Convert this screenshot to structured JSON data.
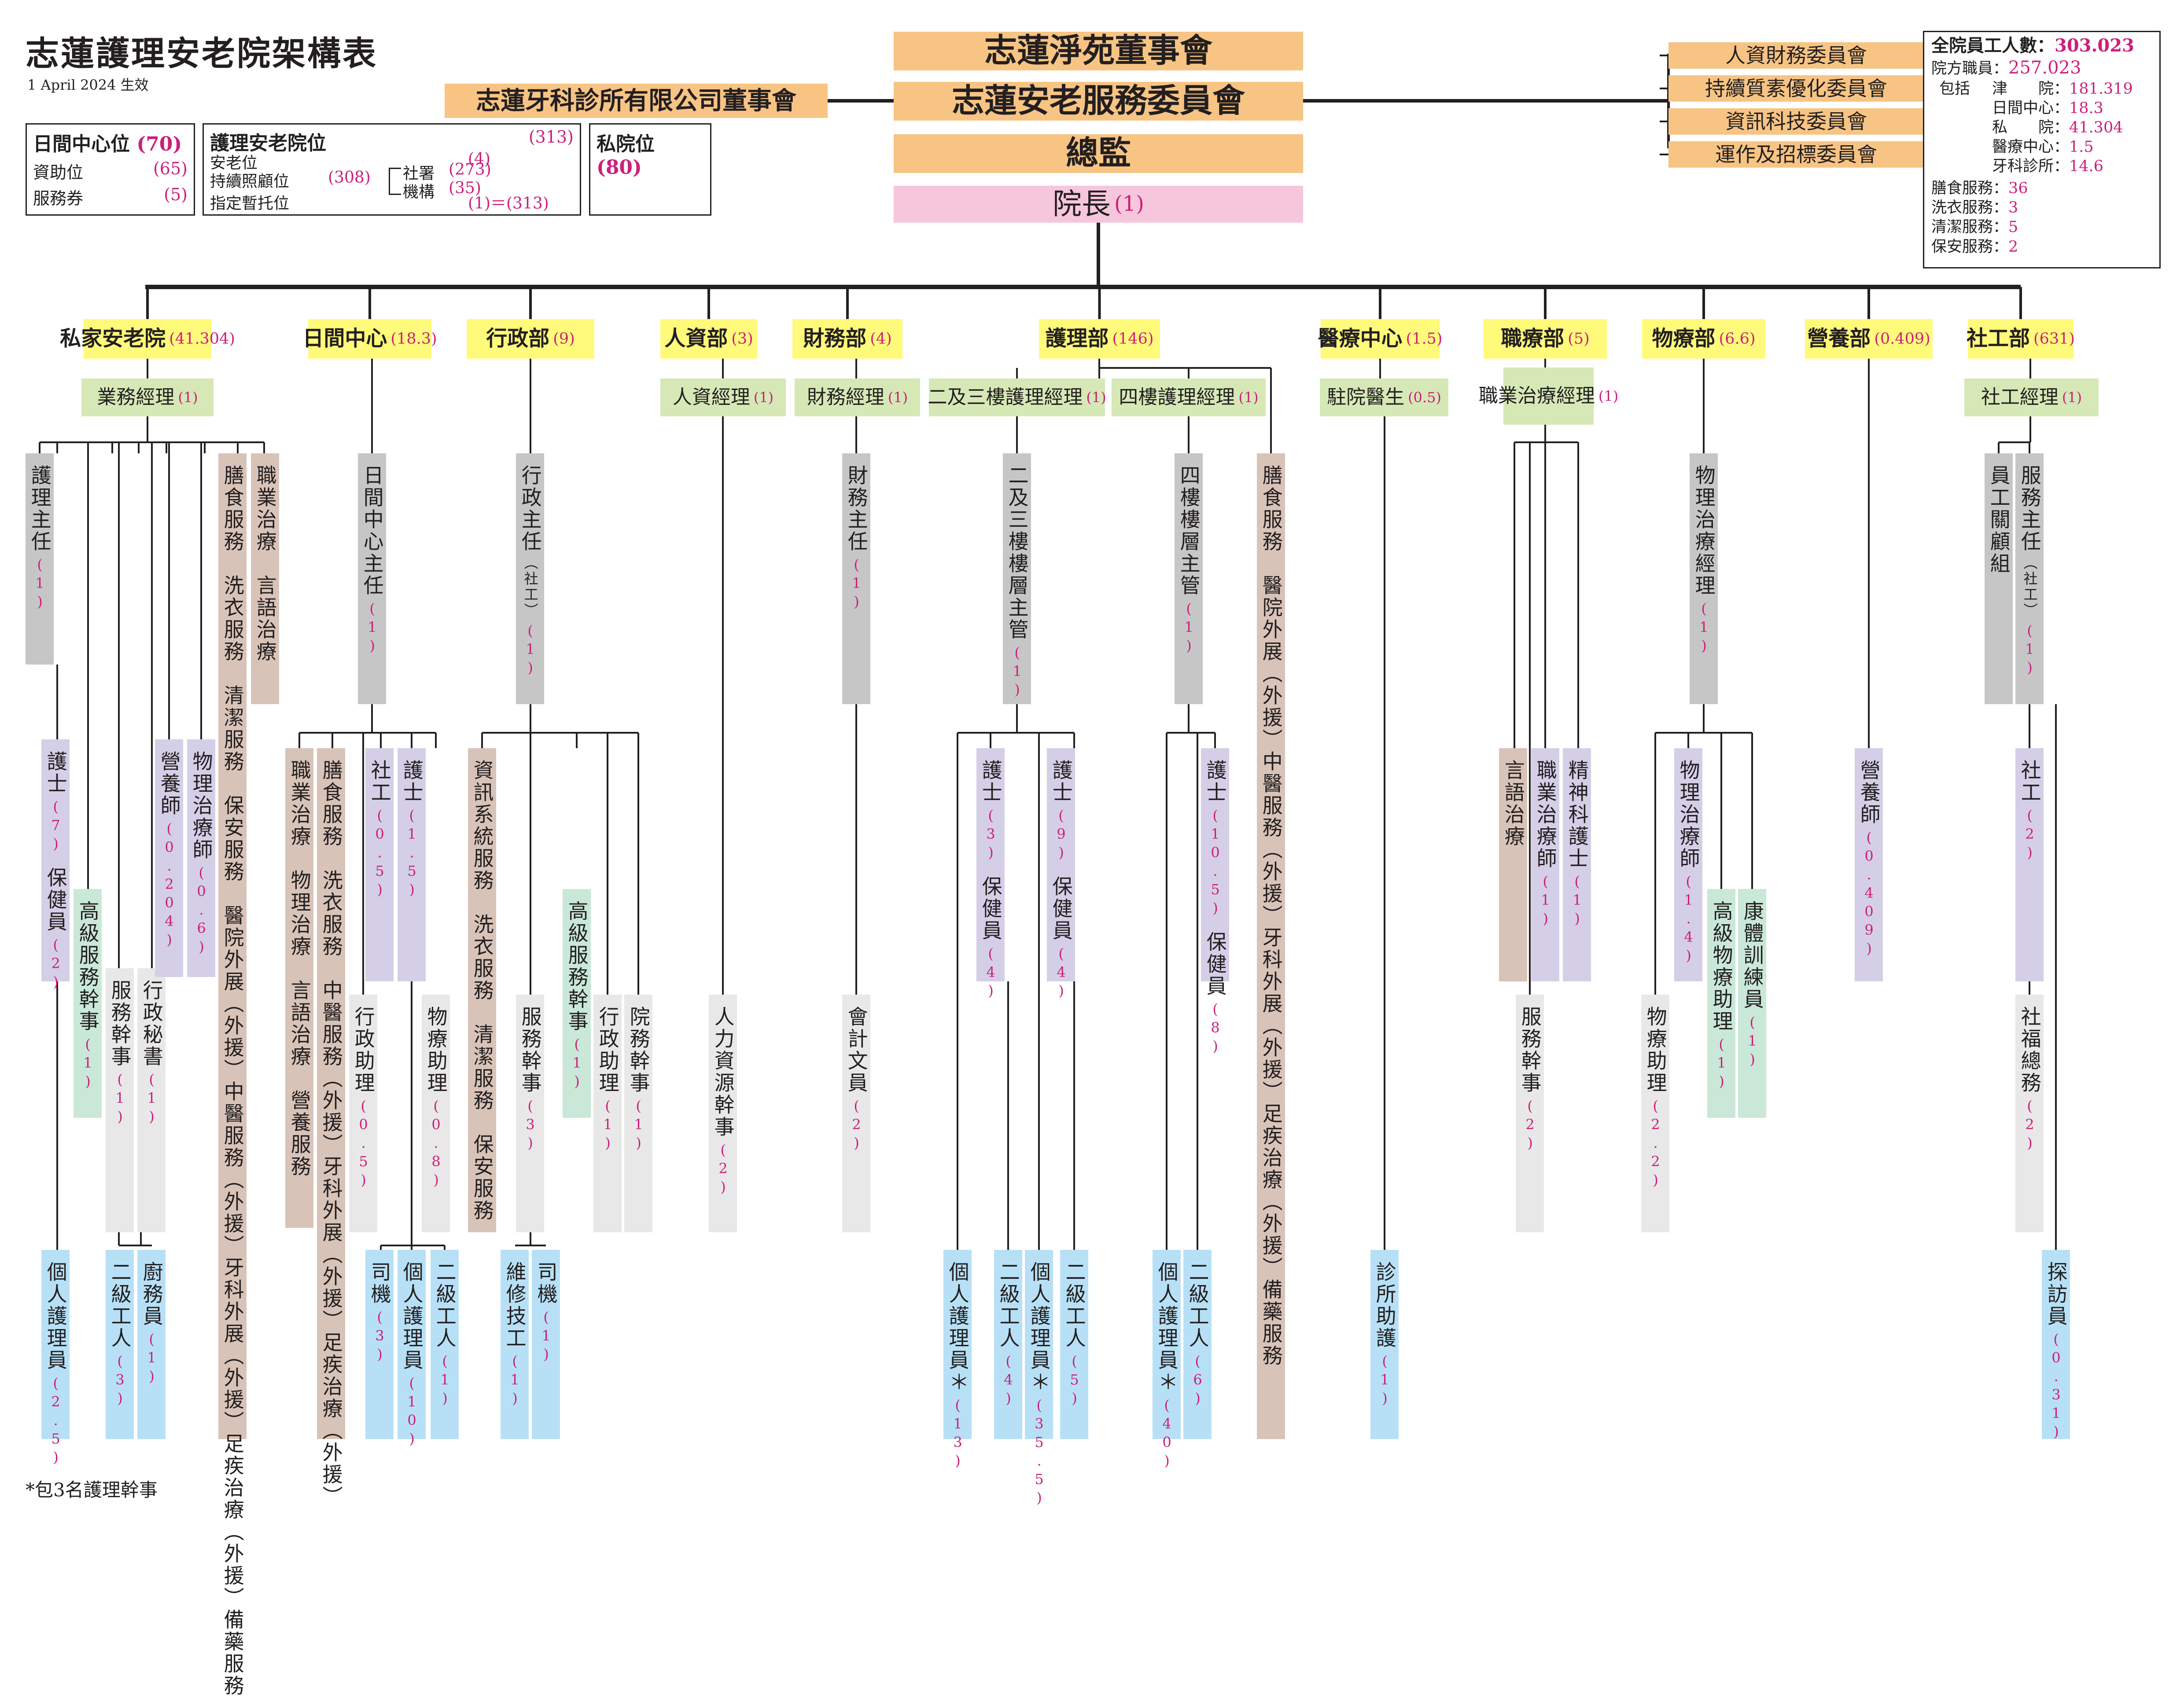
{
  "title": "志蓮護理安老院架構表",
  "date": "1 April 2024 生效",
  "footnote": "*包3名護理幹事",
  "colors": {
    "orange": "#f7c484",
    "pink": "#f6c7dc",
    "yellow": "#fffa7a",
    "green": "#d6e8b6",
    "grey": "#c6c6c6",
    "lightgrey": "#e8e8e8",
    "purple": "#d4cfe7",
    "brown": "#d8c3b8",
    "teal": "#c9e8d8",
    "blue": "#b7e0f6",
    "magenta": "#cc1f7a",
    "line": "#231f20"
  },
  "top": {
    "board1": "志蓮淨苑董事會",
    "board2": "志蓮安老服務委員會",
    "director": "總監",
    "head": "院長",
    "head_n": "(1)",
    "dental_board": "志蓮牙科診所有限公司董事會",
    "committees": [
      "人資財務委員會",
      "持續質素優化委員會",
      "資訊科技委員會",
      "運作及招標委員會"
    ]
  },
  "places": {
    "day_title": "日間中心位",
    "day_n": "(70)",
    "day_rows": [
      {
        "label": "資助位",
        "n": "(65)"
      },
      {
        "label": "服務券",
        "n": "(5)"
      }
    ],
    "nh_title": "護理安老院位",
    "nh_n": "(313)",
    "nh_r1": "安老位",
    "nh_r1n": "(4)",
    "nh_r2": "持續照顧位",
    "nh_r2n": "(308)",
    "nh_b1": "社署",
    "nh_b1n": "(273)",
    "nh_b2": "機構",
    "nh_b2n": "(35)",
    "nh_r3": "指定暫托位",
    "nh_r3n": "(1)＝(313)",
    "priv_title": "私院位",
    "priv_n": "(80)"
  },
  "staff": {
    "title": "全院員工人數：",
    "total": "303.023",
    "r1": "院方職員：",
    "r1n": "257.023",
    "incl": "包括",
    "r2": "津　　院：",
    "r2n": "181.319",
    "r3": "日間中心：",
    "r3n": "18.3",
    "r4": "私　　院：",
    "r4n": "41.304",
    "r5": "醫療中心：",
    "r5n": "1.5",
    "r6": "牙科診所：",
    "r6n": "14.6",
    "r7": "膳食服務：",
    "r7n": "36",
    "r8": "洗衣服務：",
    "r8n": "3",
    "r9": "清潔服務：",
    "r9n": "5",
    "r10": "保安服務：",
    "r10n": "2"
  },
  "departments": [
    {
      "name": "私家安老院",
      "n": "(41.304)"
    },
    {
      "name": "日間中心",
      "n": "(18.3)"
    },
    {
      "name": "行政部",
      "n": "(9)"
    },
    {
      "name": "人資部",
      "n": "(3)"
    },
    {
      "name": "財務部",
      "n": "(4)"
    },
    {
      "name": "護理部",
      "n": "(146)"
    },
    {
      "name": "醫療中心",
      "n": "(1.5)"
    },
    {
      "name": "職療部",
      "n": "(5)"
    },
    {
      "name": "物療部",
      "n": "(6.6)"
    },
    {
      "name": "營養部",
      "n": "(0.409)"
    },
    {
      "name": "社工部",
      "n": "(631)"
    }
  ],
  "managers": [
    {
      "name": "業務經理",
      "n": "(1)"
    },
    {
      "name": "人資經理",
      "n": "(1)"
    },
    {
      "name": "財務經理",
      "n": "(1)"
    },
    {
      "name": "二及三樓護理經理",
      "n": "(1)"
    },
    {
      "name": "四樓護理經理",
      "n": "(1)"
    },
    {
      "name": "駐院醫生",
      "n": "(0.5)"
    },
    {
      "name": "職業治療經理",
      "n": "(1)"
    },
    {
      "name": "社工經理",
      "n": "(1)"
    }
  ],
  "columns": [
    {
      "t": "護理主任",
      "n": "(1)"
    },
    {
      "t": "膳食服務　洗衣服務　清潔服務　保安服務　醫院外展（外援）中醫服務（外援）牙科外展（外援）足疾治療（外援）備藥服務"
    },
    {
      "t": "職業治療　言語治療"
    },
    {
      "t": "護士",
      "n": "(7)",
      "t2": "保健員",
      "n2": "(2)"
    },
    {
      "t": "高級服務幹事",
      "n": "(1)"
    },
    {
      "t": "服務幹事",
      "n": "(1)"
    },
    {
      "t": "行政秘書",
      "n": "(1)"
    },
    {
      "t": "營養師",
      "n": "(0.204)"
    },
    {
      "t": "物理治療師",
      "n": "(0.6)"
    },
    {
      "t": "個人護理員",
      "n": "(2.5)"
    },
    {
      "t": "二級工人",
      "n": "(3)"
    },
    {
      "t": "廚務員",
      "n": "(1)"
    },
    {
      "t": "日間中心主任",
      "n": "(1)"
    },
    {
      "t": "職業治療　物理治療　言語治療　營養服務"
    },
    {
      "t": "膳食服務　洗衣服務　中醫服務（外援）牙科外展（外援）足疾治療（外援）"
    },
    {
      "t": "社工",
      "n": "(0.5)"
    },
    {
      "t": "護士",
      "n": "(1.5)"
    },
    {
      "t": "行政助理",
      "n": "(0.5)"
    },
    {
      "t": "物療助理",
      "n": "(0.8)"
    },
    {
      "t": "司機",
      "n": "(3)"
    },
    {
      "t": "個人護理員",
      "n": "(10)"
    },
    {
      "t": "二級工人",
      "n": "(1)"
    },
    {
      "t": "行政主任",
      "s": "（社工）",
      "n": "(1)"
    },
    {
      "t": "資訊系統服務　洗衣服務　清潔服務　保安服務"
    },
    {
      "t": "服務幹事",
      "n": "(3)"
    },
    {
      "t": "高級服務幹事",
      "n": "(1)"
    },
    {
      "t": "行政助理",
      "n": "(1)"
    },
    {
      "t": "院務幹事",
      "n": "(1)"
    },
    {
      "t": "維修技工",
      "n": "(1)"
    },
    {
      "t": "司機",
      "n": "(1)"
    },
    {
      "t": "人力資源幹事",
      "n": "(2)"
    },
    {
      "t": "財務主任",
      "n": "(1)"
    },
    {
      "t": "會計文員",
      "n": "(2)"
    },
    {
      "t": "二及三樓樓層主管",
      "n": "(1)"
    },
    {
      "t": "護士",
      "n": "(3)",
      "t2": "保健員",
      "n2": "(4)"
    },
    {
      "t": "護士",
      "n": "(9)",
      "t2": "保健員",
      "n2": "(4)"
    },
    {
      "t": "個人護理員＊",
      "n": "(13)"
    },
    {
      "t": "二級工人",
      "n": "(4)"
    },
    {
      "t": "個人護理員＊",
      "n": "(35.5)"
    },
    {
      "t": "二級工人",
      "n": "(5)"
    },
    {
      "t": "四樓樓層主管",
      "n": "(1)"
    },
    {
      "t": "護士",
      "n": "(10.5)",
      "t2": "保健員",
      "n2": "(8)"
    },
    {
      "t": "個人護理員＊",
      "n": "(40)"
    },
    {
      "t": "二級工人",
      "n": "(6)"
    },
    {
      "t": "膳食服務　醫院外展（外援）中醫服務（外援）牙科外展（外援）足疾治療（外援）備藥服務"
    },
    {
      "t": "診所助護",
      "n": "(1)"
    },
    {
      "t": "言語治療"
    },
    {
      "t": "職業治療師",
      "n": "(1)"
    },
    {
      "t": "精神科護士",
      "n": "(1)"
    },
    {
      "t": "服務幹事",
      "n": "(2)"
    },
    {
      "t": "物理治療經理",
      "n": "(1)"
    },
    {
      "t": "物理治療師",
      "n": "(1.4)"
    },
    {
      "t": "高級物療助理",
      "n": "(1)"
    },
    {
      "t": "康體訓練員",
      "n": "(1)"
    },
    {
      "t": "物療助理",
      "n": "(2.2)"
    },
    {
      "t": "營養師",
      "n": "(0.409)"
    },
    {
      "t": "員工關顧組"
    },
    {
      "t": "服務主任",
      "s": "（社工）",
      "n": "(1)"
    },
    {
      "t": "社工",
      "n": "(2)"
    },
    {
      "t": "社福總務",
      "n": "(2)"
    },
    {
      "t": "探訪員",
      "n": "(0.31)"
    }
  ]
}
